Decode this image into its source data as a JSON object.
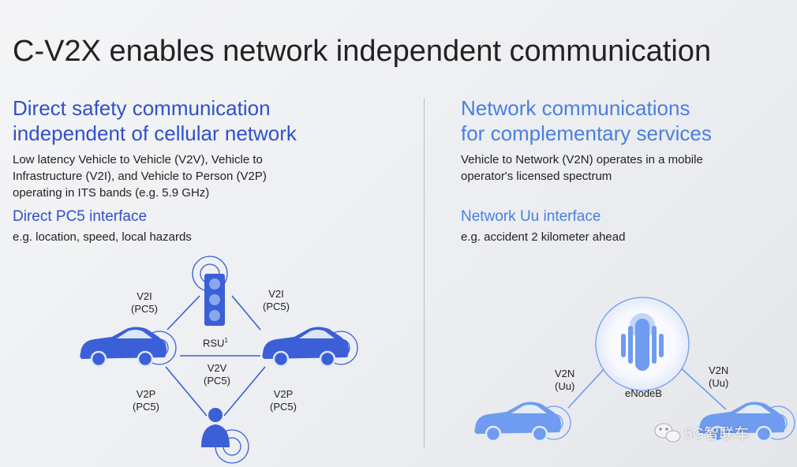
{
  "title": "C-V2X enables network independent communication",
  "left": {
    "heading_line1": "Direct safety communication",
    "heading_line2": "independent of cellular network",
    "desc_line1": "Low latency Vehicle to Vehicle (V2V), Vehicle to",
    "desc_line2": "Infrastructure (V2I), and Vehicle to Person (V2P)",
    "desc_line3": "operating in ITS bands (e.g. 5.9 GHz)",
    "interface": "Direct PC5 interface",
    "example": "e.g. location, speed, local hazards"
  },
  "right": {
    "heading_line1": "Network communications",
    "heading_line2": "for complementary services",
    "desc_line1": "Vehicle to Network (V2N) operates in a mobile",
    "desc_line2": "operator's licensed spectrum",
    "interface": "Network Uu interface",
    "example": "e.g. accident 2 kilometer ahead"
  },
  "diagram_left": {
    "v2i_left": {
      "l1": "V2I",
      "l2": "(PC5)"
    },
    "v2i_right": {
      "l1": "V2I",
      "l2": "(PC5)"
    },
    "rsu": "RSU",
    "rsu_sup": "1",
    "v2v": {
      "l1": "V2V",
      "l2": "(PC5)"
    },
    "v2p_left": {
      "l1": "V2P",
      "l2": "(PC5)"
    },
    "v2p_right": {
      "l1": "V2P",
      "l2": "(PC5)"
    }
  },
  "diagram_right": {
    "v2n_left": {
      "l1": "V2N",
      "l2": "(Uu)"
    },
    "v2n_right": {
      "l1": "V2N",
      "l2": "(Uu)"
    },
    "enodeb": "eNodeB"
  },
  "watermark": "5G智联车",
  "colors": {
    "dark_blue": "#3250c8",
    "light_blue": "#4a7fe0",
    "car_dark": "#3b5fd6",
    "car_light": "#6f9cf0"
  }
}
